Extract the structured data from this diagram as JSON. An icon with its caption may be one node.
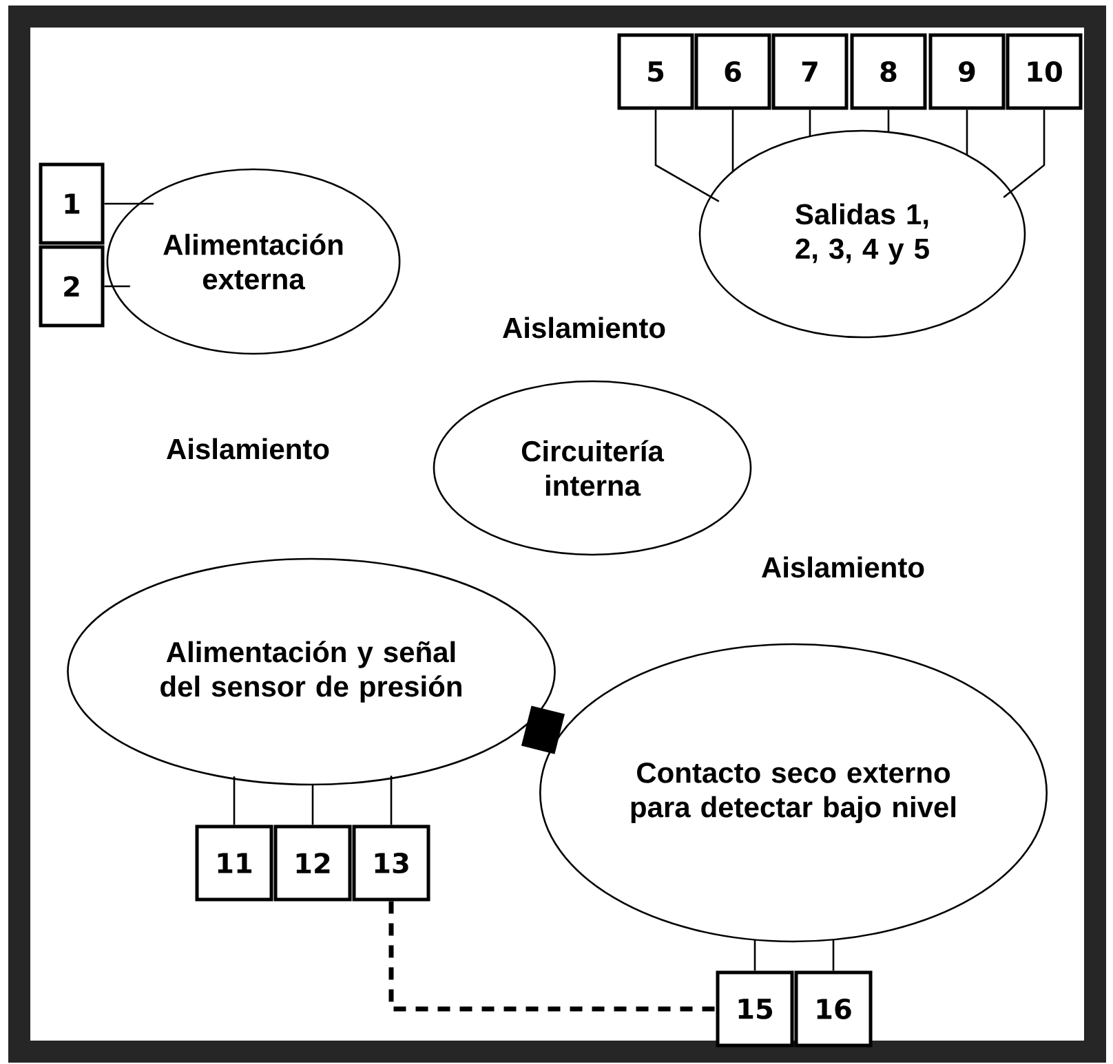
{
  "diagram": {
    "nodes": [
      {
        "text": [
          "1"
        ]
      },
      {
        "text": [
          "2"
        ]
      },
      {
        "text": [
          "Alimentación externa"
        ]
      },
      {
        "text": [
          "5"
        ]
      },
      {
        "text": [
          "6"
        ]
      },
      {
        "text": [
          "7"
        ]
      },
      {
        "text": [
          "8"
        ]
      },
      {
        "text": [
          "9"
        ]
      },
      {
        "text": [
          "10"
        ]
      },
      {
        "text": [
          "Salidas 1, 2, 3, 4 y 5"
        ]
      },
      {
        "text": [
          "Circuitería interna"
        ]
      },
      {
        "text": [
          "Alimentación y señal del sensor de presión"
        ]
      },
      {
        "text": [
          "Contacto seco externo para detectar bajo nivel"
        ]
      },
      {
        "text": [
          "11"
        ]
      },
      {
        "text": [
          "12"
        ]
      },
      {
        "text": [
          "13"
        ]
      },
      {
        "text": [
          "15"
        ]
      },
      {
        "text": [
          "16"
        ]
      }
    ],
    "edges": [
      {
        "from": 0,
        "to": 2,
        "arrow": "none"
      },
      {
        "from": 1,
        "to": 2,
        "arrow": "none"
      },
      {
        "from": 3,
        "to": 9,
        "arrow": "none"
      },
      {
        "from": 4,
        "to": 9,
        "arrow": "none"
      },
      {
        "from": 5,
        "to": 9,
        "arrow": "none"
      },
      {
        "from": 6,
        "to": 9,
        "arrow": "none"
      },
      {
        "from": 7,
        "to": 9,
        "arrow": "none"
      },
      {
        "from": 8,
        "to": 9,
        "arrow": "none"
      },
      {
        "from": 11,
        "to": 13,
        "arrow": "none"
      },
      {
        "from": 11,
        "to": 14,
        "arrow": "none"
      },
      {
        "from": 11,
        "to": 15,
        "arrow": "none"
      },
      {
        "from": 12,
        "to": 16,
        "arrow": "none"
      },
      {
        "from": 12,
        "to": 17,
        "arrow": "none"
      },
      {
        "from": 11,
        "to": 12,
        "arrow": "none",
        "style": "thick"
      },
      {
        "from": 15,
        "to": 16,
        "arrow": "none",
        "style": "dashed"
      }
    ],
    "labels": [
      "Aislamiento",
      "Aislamiento",
      "Aislamiento"
    ]
  }
}
